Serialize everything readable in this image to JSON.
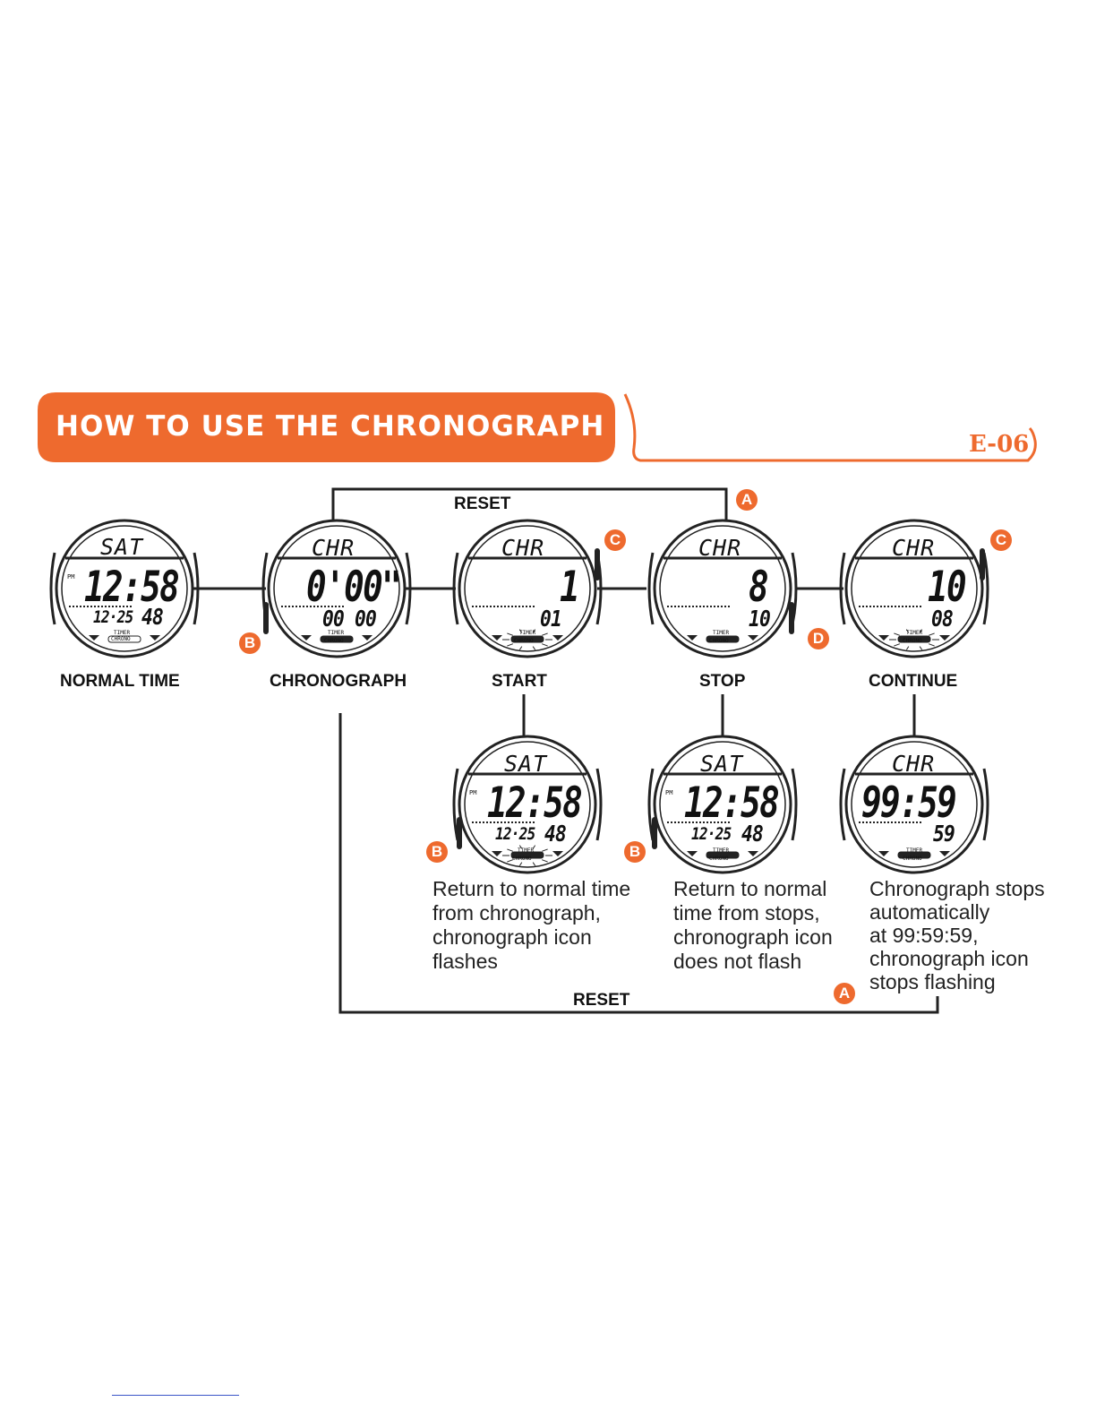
{
  "header": {
    "title": "HOW TO USE THE CHRONOGRAPH",
    "page_code": "E-06"
  },
  "colors": {
    "accent": "#ee6a2e",
    "line": "#222222"
  },
  "reset_top_label": "RESET",
  "reset_bottom_label": "RESET",
  "watches": [
    {
      "top": "SAT",
      "main": "12:58",
      "sub_left": "12·25",
      "sub_right": "48",
      "pm": "PM",
      "timer": "TIMER",
      "chrono": "CHRONO",
      "label": "NORMAL TIME"
    },
    {
      "top": "CHR",
      "main": "0'00\"",
      "sub_left": "00",
      "sub_right": "00",
      "timer": "TIMER",
      "chrono": "CHRONO",
      "label": "CHRONOGRAPH"
    },
    {
      "top": "CHR",
      "main": "1",
      "sub_left": "",
      "sub_right": "01",
      "timer": "TIMER",
      "chrono": "CHRONO",
      "label": "START"
    },
    {
      "top": "CHR",
      "main": "8",
      "sub_left": "",
      "sub_right": "10",
      "timer": "TIMER",
      "chrono": "CHRONO",
      "label": "STOP"
    },
    {
      "top": "CHR",
      "main": "10",
      "sub_left": "",
      "sub_right": "08",
      "timer": "TIMER",
      "chrono": "CHRONO",
      "label": "CONTINUE"
    },
    {
      "top": "SAT",
      "main": "12:58",
      "sub_left": "12·25",
      "sub_right": "48",
      "pm": "PM",
      "timer": "TIMER",
      "chrono": "CHRONO"
    },
    {
      "top": "SAT",
      "main": "12:58",
      "sub_left": "12·25",
      "sub_right": "48",
      "pm": "PM",
      "timer": "TIMER",
      "chrono": "CHRONO"
    },
    {
      "top": "CHR",
      "main": "99:59",
      "sub_left": "",
      "sub_right": "59",
      "timer": "TIMER",
      "chrono": "CHRONO"
    }
  ],
  "buttons": {
    "a": "A",
    "b": "B",
    "c": "C",
    "d": "D"
  },
  "notes": [
    "Return to normal time\nfrom chronograph,\nchronograph icon\nflashes",
    "Return to normal\ntime from stops,\nchronograph icon\ndoes not flash",
    "Chronograph stops\nautomatically\nat 99:59:59,\nchronograph icon\nstops flashing"
  ]
}
